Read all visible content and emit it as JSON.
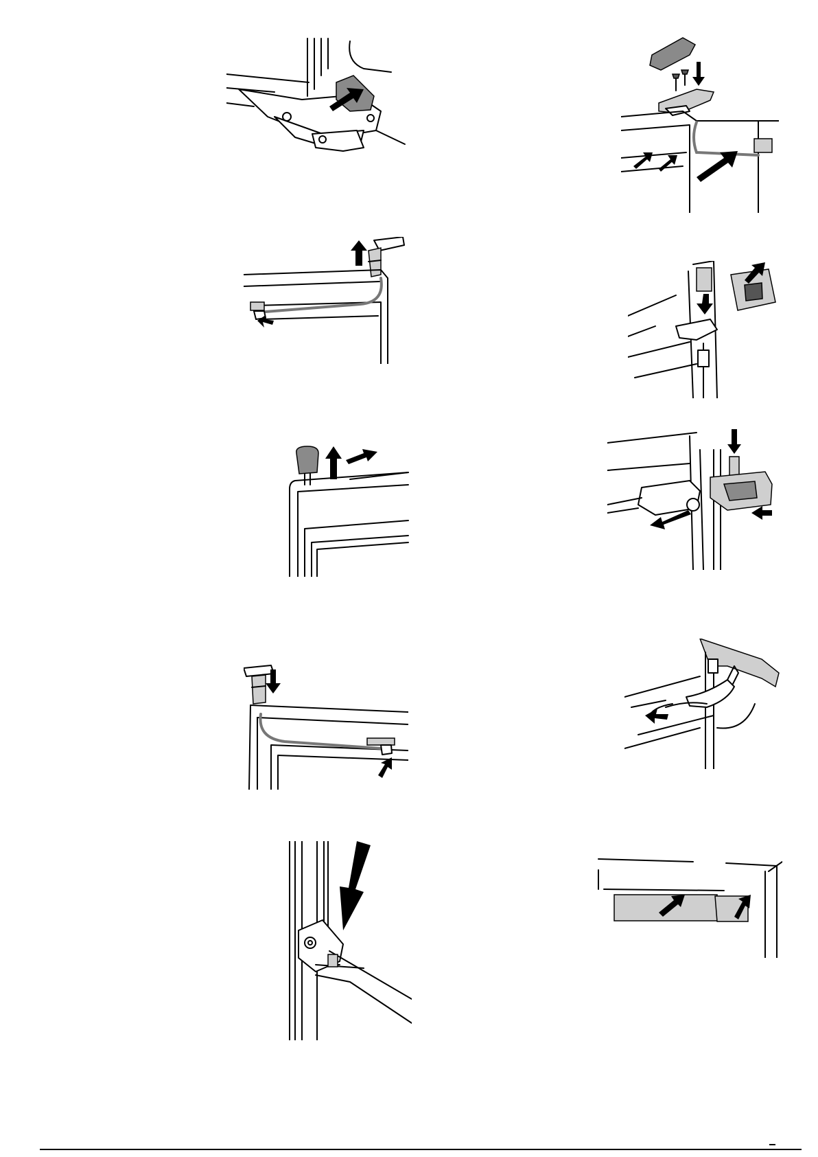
{
  "page": {
    "figures": [
      {
        "id": "fig-1",
        "icon": "hinge-cover-removal-icon"
      },
      {
        "id": "fig-2",
        "icon": "screws-and-cover-icon"
      },
      {
        "id": "fig-3",
        "icon": "top-hinge-lift-icon"
      },
      {
        "id": "fig-4",
        "icon": "side-bracket-removal-icon"
      },
      {
        "id": "fig-5",
        "icon": "door-pin-cap-icon"
      },
      {
        "id": "fig-6",
        "icon": "hinge-pin-insert-icon"
      },
      {
        "id": "fig-7",
        "icon": "top-hinge-fit-icon"
      },
      {
        "id": "fig-8",
        "icon": "hinge-swing-icon"
      },
      {
        "id": "fig-9",
        "icon": "door-mount-arrow-icon"
      },
      {
        "id": "fig-10",
        "icon": "cover-panels-icon"
      }
    ],
    "colors": {
      "line": "#000000",
      "fill_gray": "#8a8a8a",
      "fill_light": "#cfcfcf",
      "cable": "#777777"
    }
  }
}
